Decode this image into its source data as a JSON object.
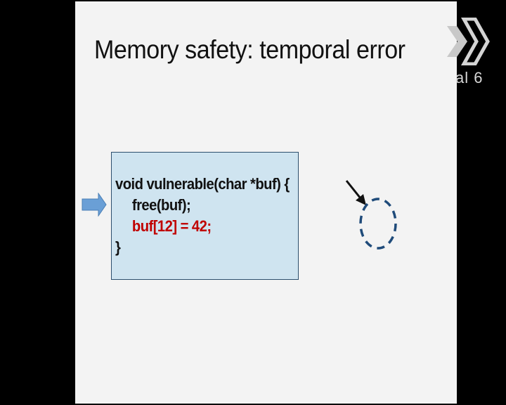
{
  "slide": {
    "title": "Memory safety: temporal error",
    "code_lines": [
      "void vulnerable(char *buf) {",
      "free(buf);",
      "buf[12] = 42;",
      "}"
    ]
  },
  "logo": {
    "text": "al 6",
    "icon": "interlocking-arrows-logo-icon"
  },
  "icons": {
    "left": "right-arrow-icon",
    "pointer": "pointer-arrow-icon",
    "ellipse": "dashed-ellipse-icon"
  },
  "colors": {
    "background": "#000000",
    "slide": "#f3f3f3",
    "code_box": "#cfe4f0",
    "code_border": "#2d4f6d",
    "error_text": "#c00000",
    "arrow_fill": "#6a9fd6",
    "ellipse_stroke": "#1f4b7a"
  }
}
